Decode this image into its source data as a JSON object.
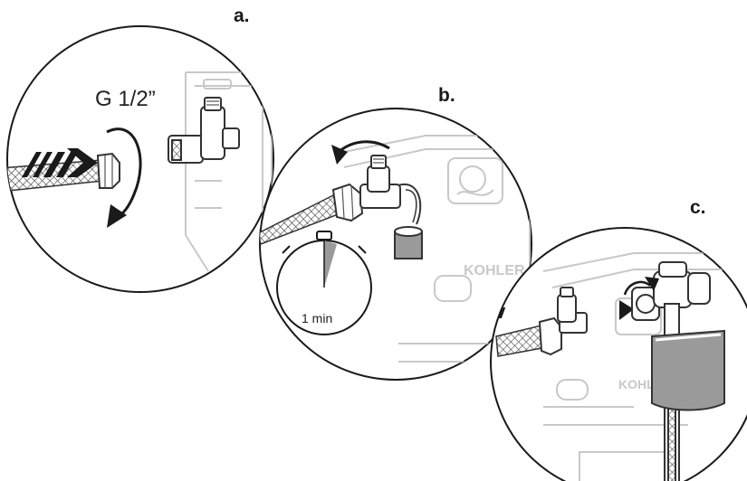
{
  "steps": {
    "a": {
      "label": "a.",
      "thread_size": "G 1/2”"
    },
    "b": {
      "label": "b.",
      "timer_text": "1 min"
    },
    "c": {
      "label": "c."
    }
  },
  "brand_mark": "KOHLER",
  "colors": {
    "ink": "#1a1a1a",
    "outline": "#333333",
    "ghost": "#c8c8c8",
    "fill": "#ffffff",
    "shade": "#9a9a9a"
  }
}
